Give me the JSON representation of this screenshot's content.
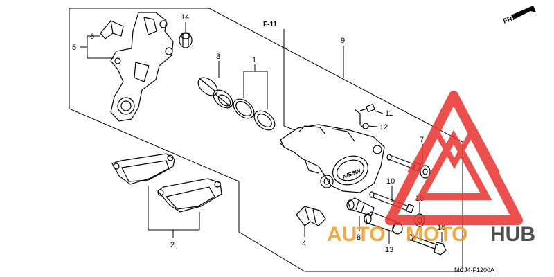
{
  "diagram": {
    "reference": "F-11",
    "direction": "FR.",
    "diagram_code": "MCJ4-F1200A",
    "callouts": {
      "c1": "1",
      "c2": "2",
      "c3": "3",
      "c4": "4",
      "c5": "5",
      "c6": "6",
      "c7": "7",
      "c8": "8",
      "c9": "9",
      "c10": "10",
      "c11": "11",
      "c12": "12",
      "c13": "13",
      "c14": "14",
      "c15": "15",
      "c16": "16"
    },
    "caliper_marking": "NISSIN"
  },
  "watermark": {
    "text_a": "AUTO",
    "text_b": "MOTO",
    "text_c": "HUB",
    "colors": {
      "red": "#e8322e",
      "orange": "#f0a030",
      "dark": "#3a3a3a"
    }
  }
}
